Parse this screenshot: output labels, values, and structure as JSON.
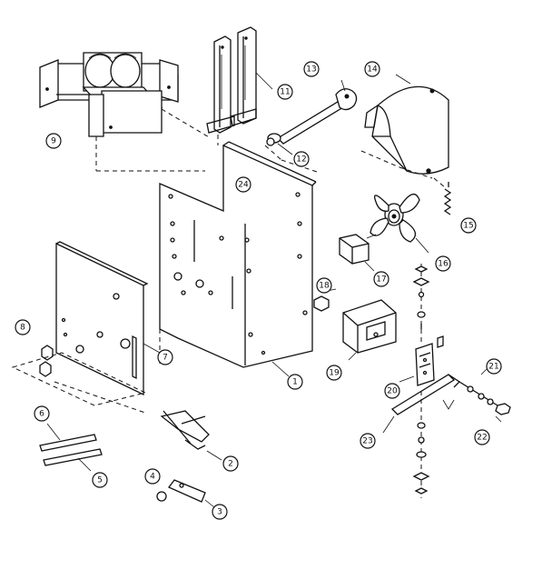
{
  "diagram": {
    "callouts": [
      {
        "label": "1"
      },
      {
        "label": "2"
      },
      {
        "label": "3"
      },
      {
        "label": "4"
      },
      {
        "label": "5"
      },
      {
        "label": "6"
      },
      {
        "label": "7"
      },
      {
        "label": "8"
      },
      {
        "label": "9"
      },
      {
        "label": "11"
      },
      {
        "label": "12"
      },
      {
        "label": "13"
      },
      {
        "label": "14"
      },
      {
        "label": "15"
      },
      {
        "label": "16"
      },
      {
        "label": "17"
      },
      {
        "label": "18"
      },
      {
        "label": "19"
      },
      {
        "label": "20"
      },
      {
        "label": "21"
      },
      {
        "label": "22"
      },
      {
        "label": "23"
      },
      {
        "label": "24"
      }
    ]
  }
}
